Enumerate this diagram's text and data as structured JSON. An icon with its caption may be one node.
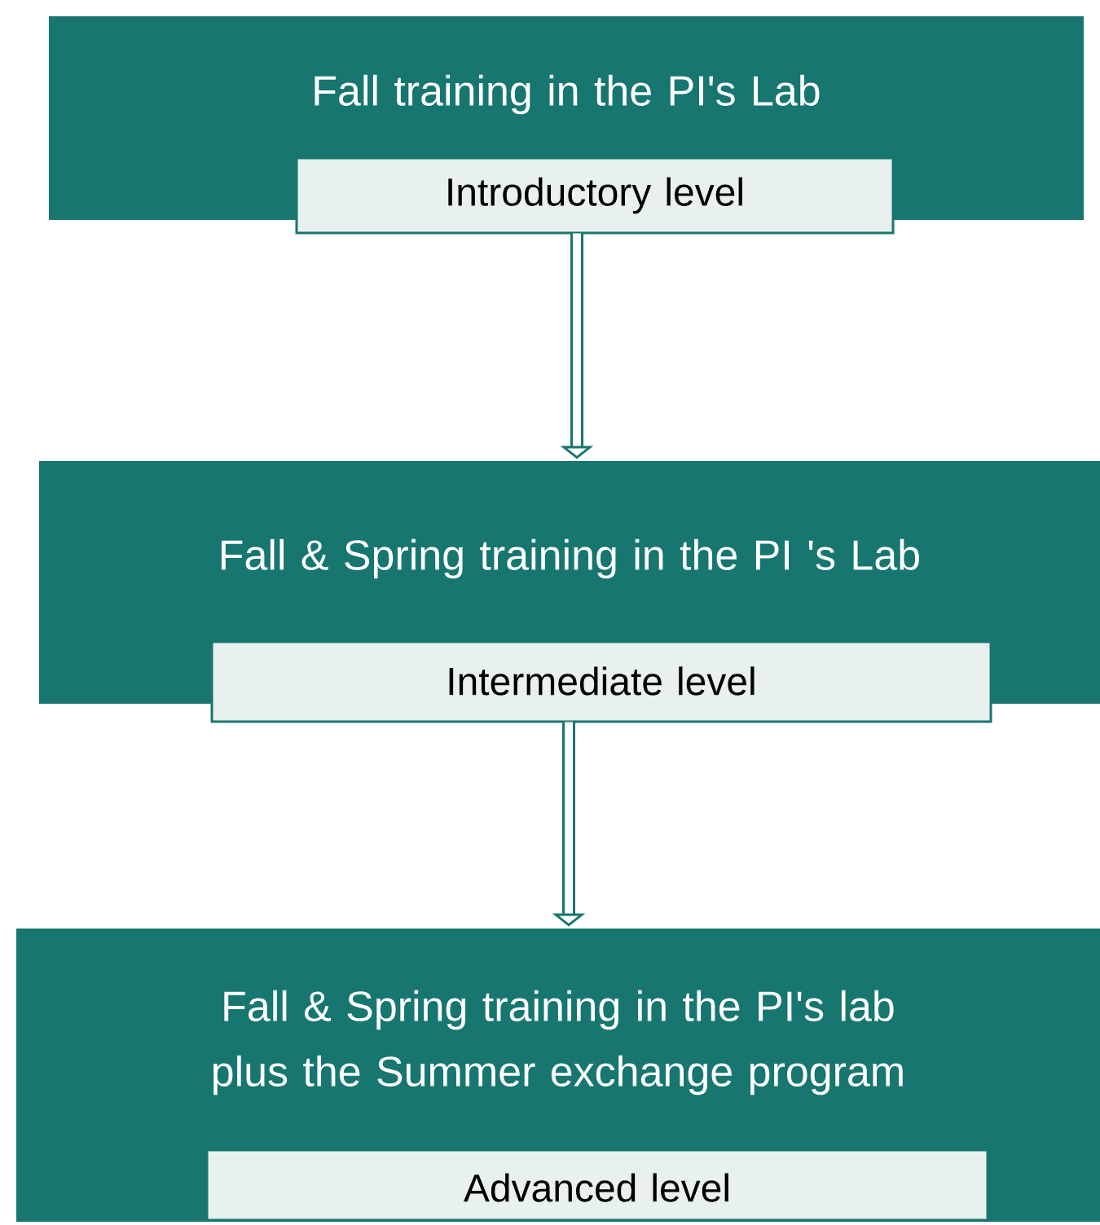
{
  "diagram": {
    "nodes": [
      {
        "text": [
          "Fall training in the PI's Lab"
        ]
      },
      {
        "text": [
          "Introductory level"
        ]
      },
      {
        "text": [
          "Fall & Spring training in the PI 's Lab"
        ]
      },
      {
        "text": [
          "Intermediate level"
        ]
      },
      {
        "text": [
          "Fall & Spring training in the PI's lab plus the Summer exchange program"
        ]
      },
      {
        "text": [
          "Advanced level"
        ],
        "in": 4
      }
    ],
    "edges": [
      {
        "from": 1,
        "to": 2,
        "arrow": "to"
      },
      {
        "from": 3,
        "to": 4,
        "arrow": "to"
      }
    ]
  }
}
